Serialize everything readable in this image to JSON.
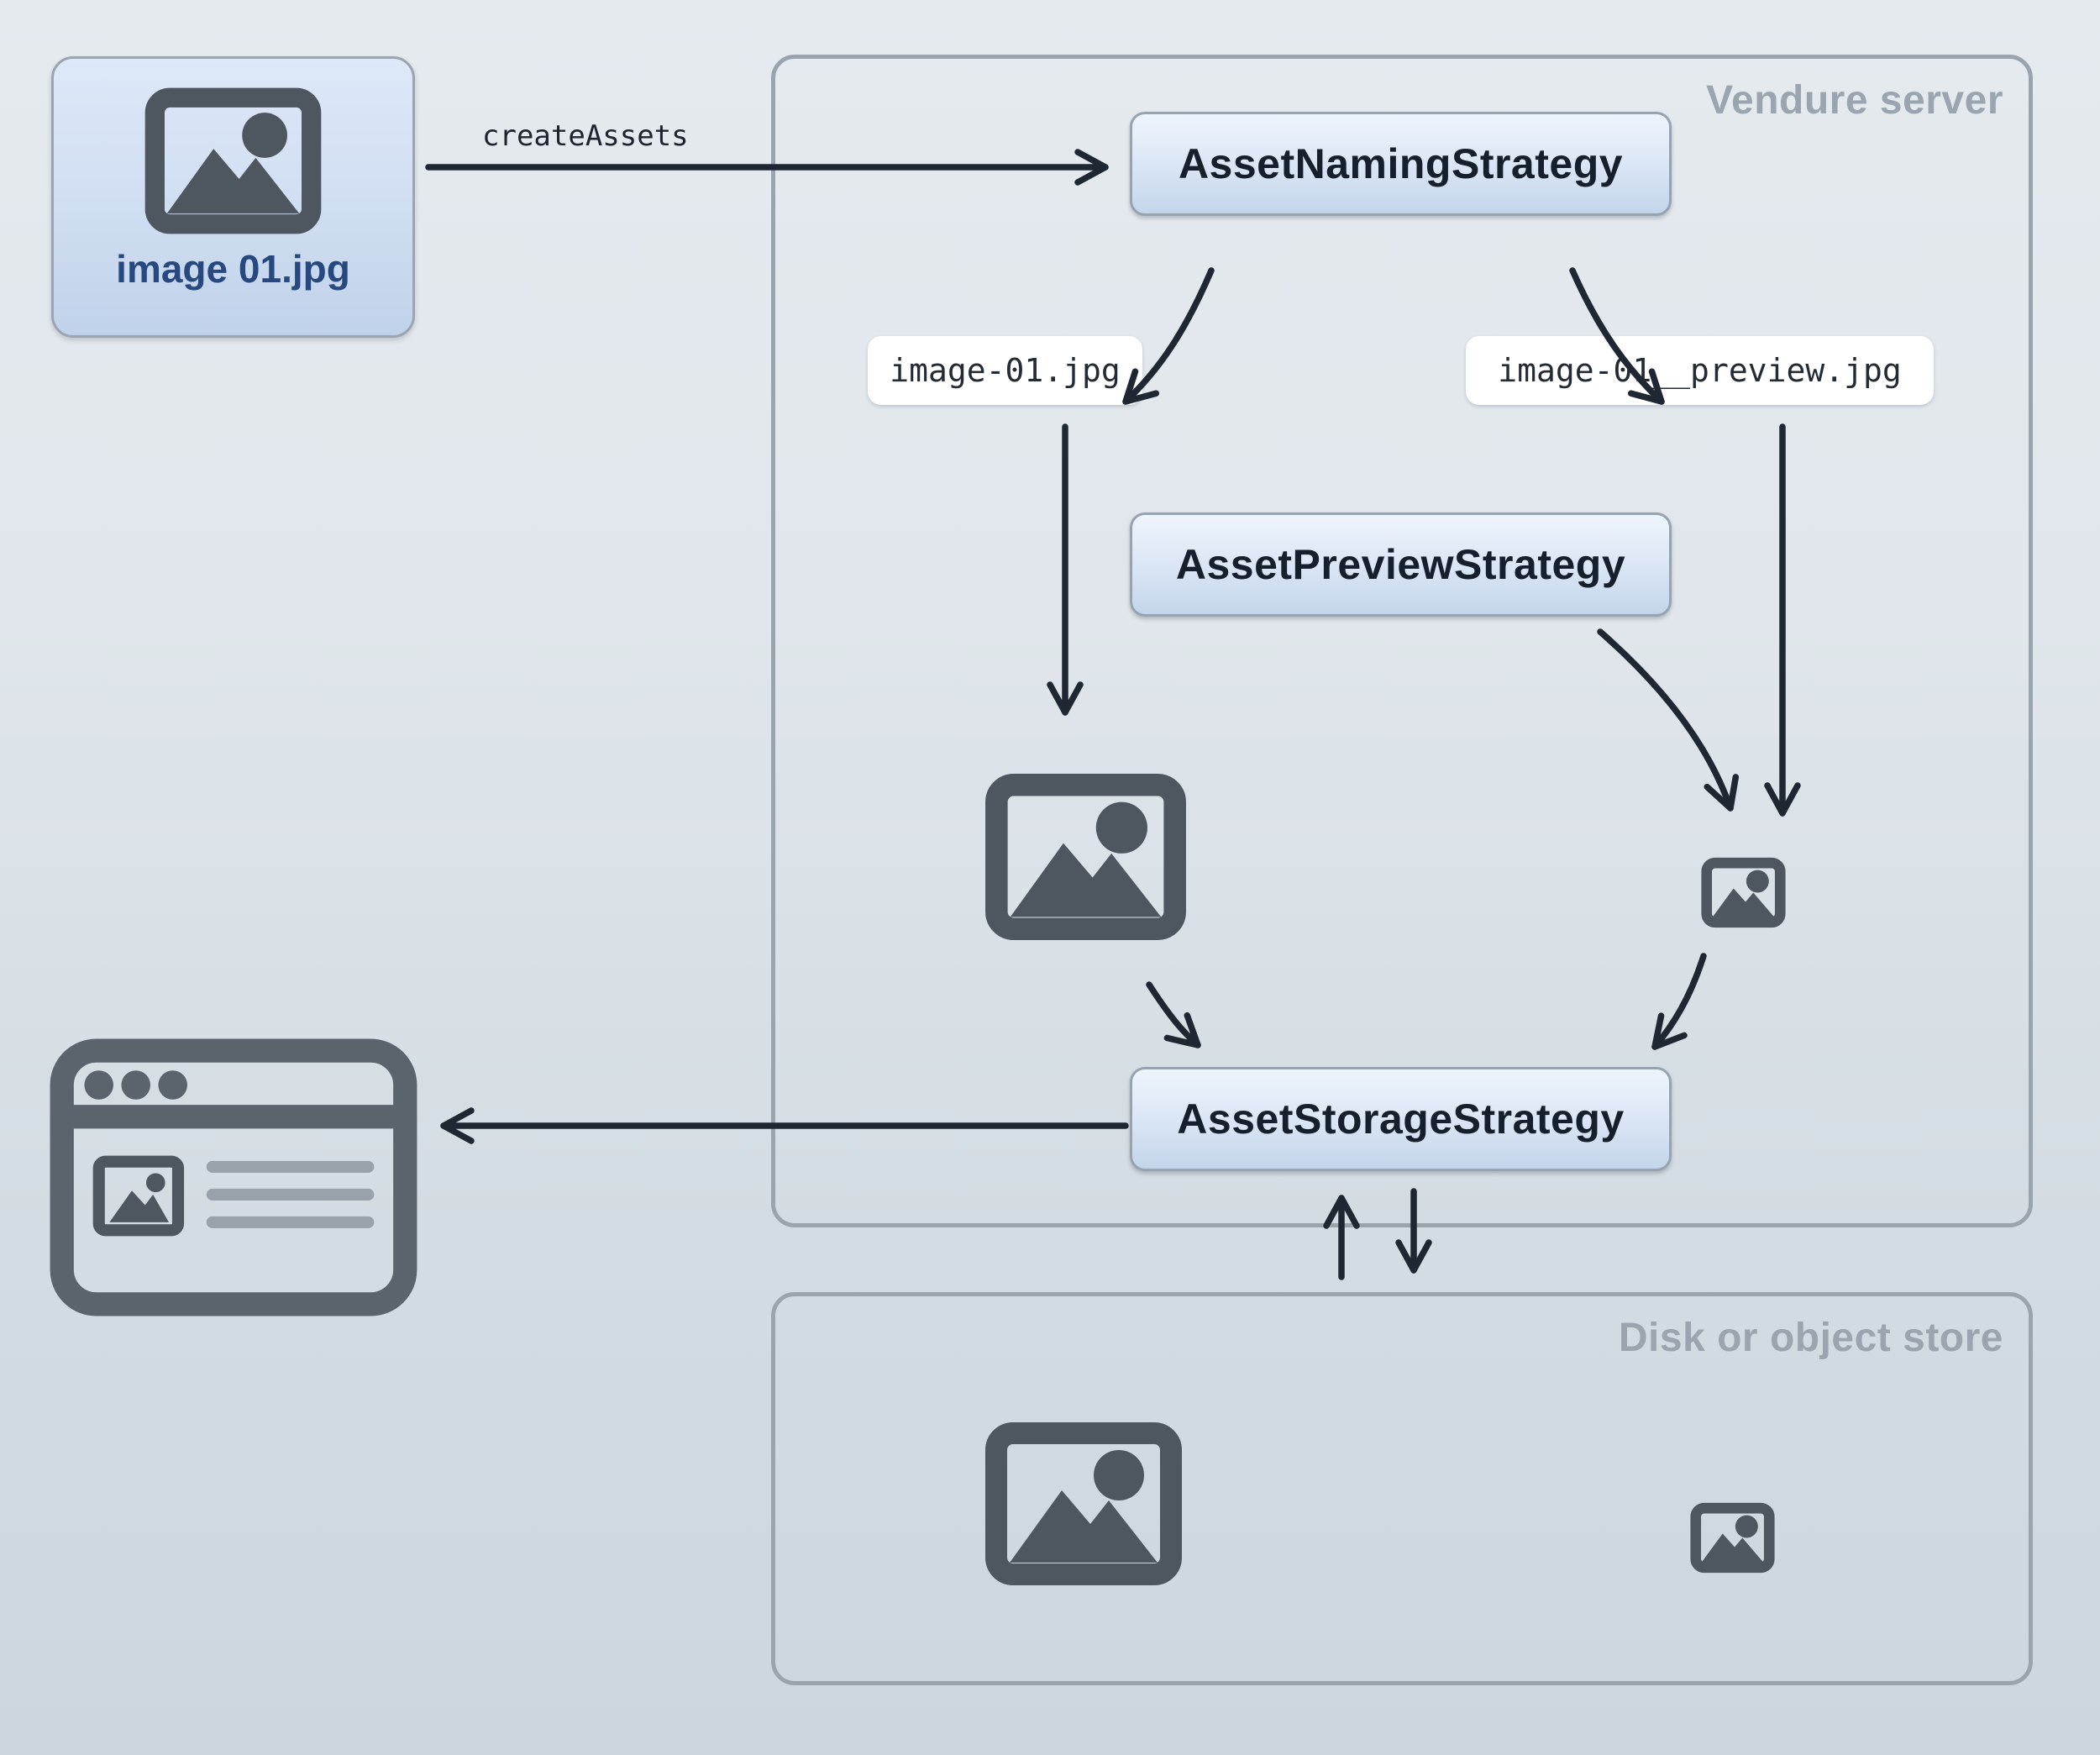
{
  "colors": {
    "arrow": "#1f2733",
    "icon_gray": "#4e565f",
    "browser_icon_gray": "#5b646d",
    "browser_line_gray": "#99a2ab",
    "container_border": "#9aa4ad",
    "container_label": "#9aa5af",
    "filename_text": "#232b34",
    "source_label_text": "#27497f",
    "strategy_box_text": "#161f2c",
    "strategy_box_fill_top": "#eef4fc",
    "strategy_box_fill_bottom": "#c4d5eb"
  },
  "source_card": {
    "filename": "image 01.jpg"
  },
  "flow": {
    "create_assets_label": "createAssets"
  },
  "vendure_server": {
    "title": "Vendure server",
    "naming_strategy_label": "AssetNamingStrategy",
    "preview_strategy_label": "AssetPreviewStrategy",
    "storage_strategy_label": "AssetStorageStrategy",
    "source_filename_label": "image-01.jpg",
    "preview_filename_label": "image-01__preview.jpg"
  },
  "disk_store": {
    "title": "Disk or object store"
  }
}
